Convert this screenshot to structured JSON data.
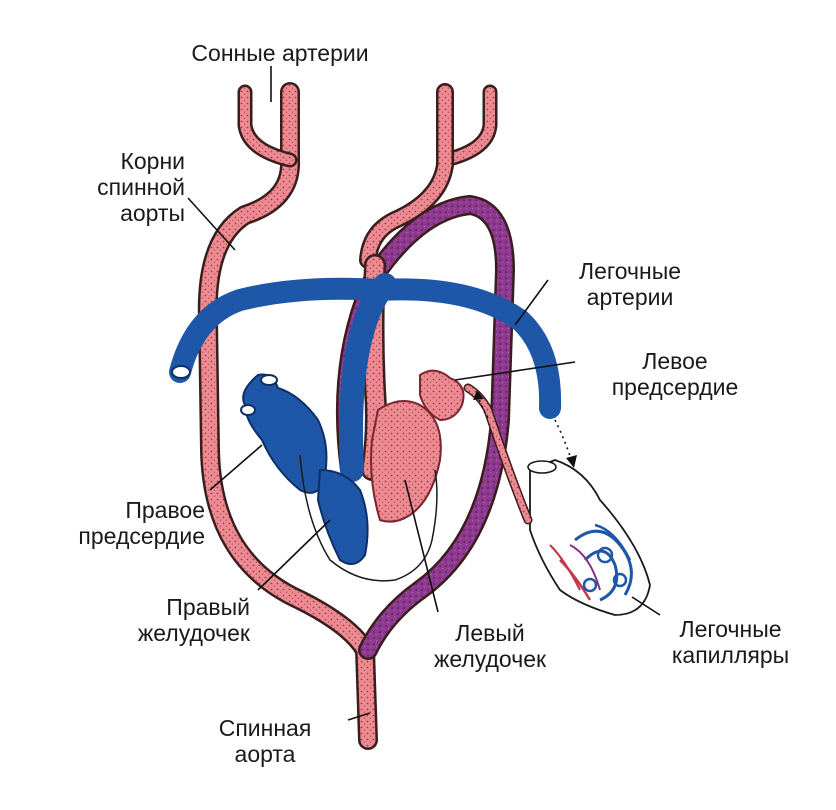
{
  "colors": {
    "oxygenated": "#e8868e",
    "oxygenated_dark": "#c23a4a",
    "deoxygenated": "#1f57a8",
    "mixed": "#8a2f86",
    "outline": "#3a1d1d",
    "leader": "#111111"
  },
  "labels": {
    "carotid": "Сонные артерии",
    "aorta_roots": "Корни\nспинной\nаорты",
    "pulmonary_arteries": "Легочные\nартерии",
    "left_atrium": "Левое\nпредсердие",
    "right_atrium": "Правое\nпредсердие",
    "right_ventricle": "Правый\nжелудочек",
    "left_ventricle": "Левый\nжелудочек",
    "pulmonary_capillaries": "Легочные\nкапилляры",
    "dorsal_aorta": "Спинная\nаорта"
  }
}
